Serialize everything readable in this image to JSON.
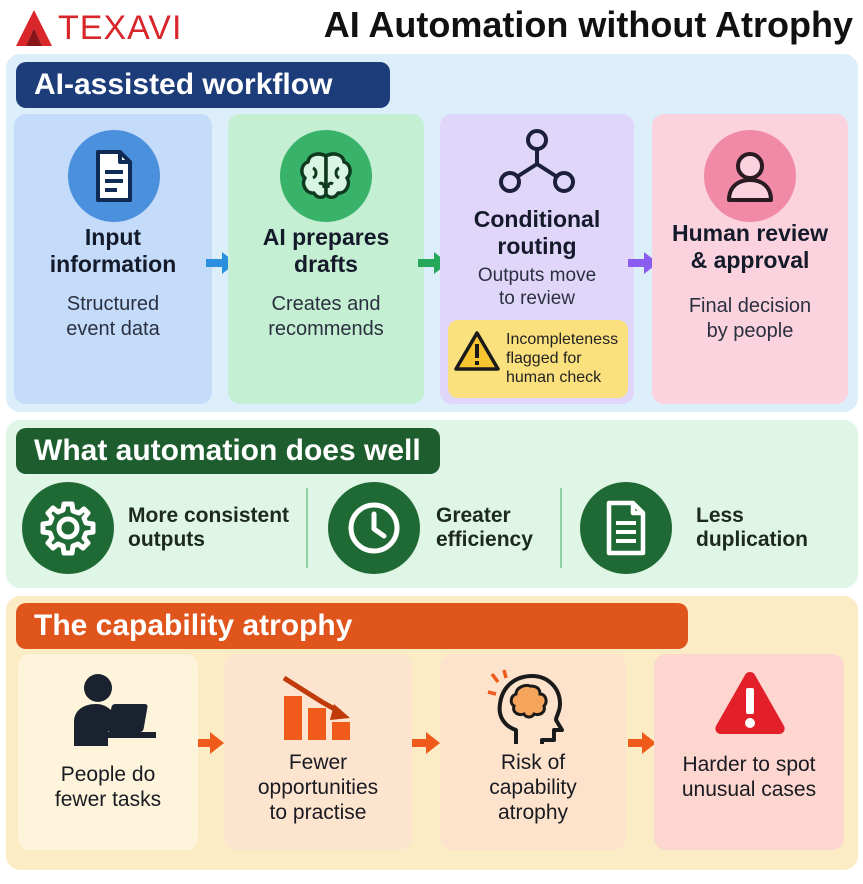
{
  "header": {
    "logo_text": "TEXAVI",
    "title": "AI Automation without Atrophy"
  },
  "colors": {
    "brand_red": "#d8262b",
    "navy": "#1c3d7a",
    "dark_green": "#1e5e2e",
    "orange": "#e0551c"
  },
  "workflow": {
    "heading": "AI-assisted workflow",
    "steps": [
      {
        "title_l1": "Input",
        "title_l2": "information",
        "sub_l1": "Structured",
        "sub_l2": "event data",
        "icon": "document-icon"
      },
      {
        "title_l1": "AI prepares",
        "title_l2": "drafts",
        "sub_l1": "Creates and",
        "sub_l2": "recommends",
        "icon": "brain-icon"
      },
      {
        "title_l1": "Conditional",
        "title_l2": "routing",
        "sub_l1": "Outputs move",
        "sub_l2": "to review",
        "icon": "routing-icon"
      },
      {
        "title_l1": "Human review",
        "title_l2": "& approval",
        "sub_l1": "Final decision",
        "sub_l2": "by people",
        "icon": "person-icon"
      }
    ],
    "warning": {
      "l1": "Incompleteness",
      "l2": "flagged for",
      "l3": "human check",
      "icon": "warning-icon"
    }
  },
  "strengths": {
    "heading": "What automation does well",
    "items": [
      {
        "l1": "More consistent",
        "l2": "outputs",
        "icon": "gear-icon"
      },
      {
        "l1": "Greater",
        "l2": "efficiency",
        "icon": "clock-icon"
      },
      {
        "l1": "Less",
        "l2": "duplication",
        "icon": "document-icon"
      }
    ]
  },
  "atrophy": {
    "heading": "The capability atrophy",
    "items": [
      {
        "l1": "People do",
        "l2": "fewer tasks",
        "l3": "",
        "icon": "person-laptop-icon"
      },
      {
        "l1": "Fewer",
        "l2": "opportunities",
        "l3": "to practise",
        "icon": "declining-chart-icon"
      },
      {
        "l1": "Risk of",
        "l2": "capability",
        "l3": "atrophy",
        "icon": "head-brain-icon"
      },
      {
        "l1": "Harder to spot",
        "l2": "unusual cases",
        "l3": "",
        "icon": "alert-triangle-icon"
      }
    ]
  }
}
